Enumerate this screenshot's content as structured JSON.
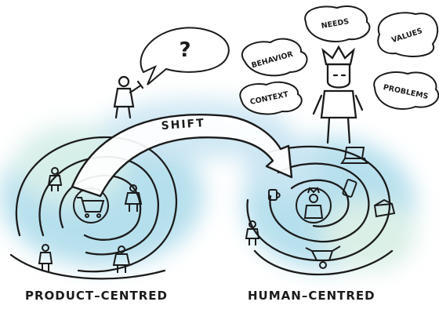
{
  "diagram": {
    "question_mark": "?",
    "arrow_label": "SHIFT",
    "left_caption": "PRODUCT–CENTRED",
    "right_caption": "HUMAN–CENTRED",
    "thought_clouds": [
      "BEHAVIOR",
      "NEEDS",
      "VALUES",
      "CONTEXT",
      "PROBLEMS"
    ],
    "accent_color": "#5fb3d6",
    "ink_color": "#1b1b1b"
  }
}
